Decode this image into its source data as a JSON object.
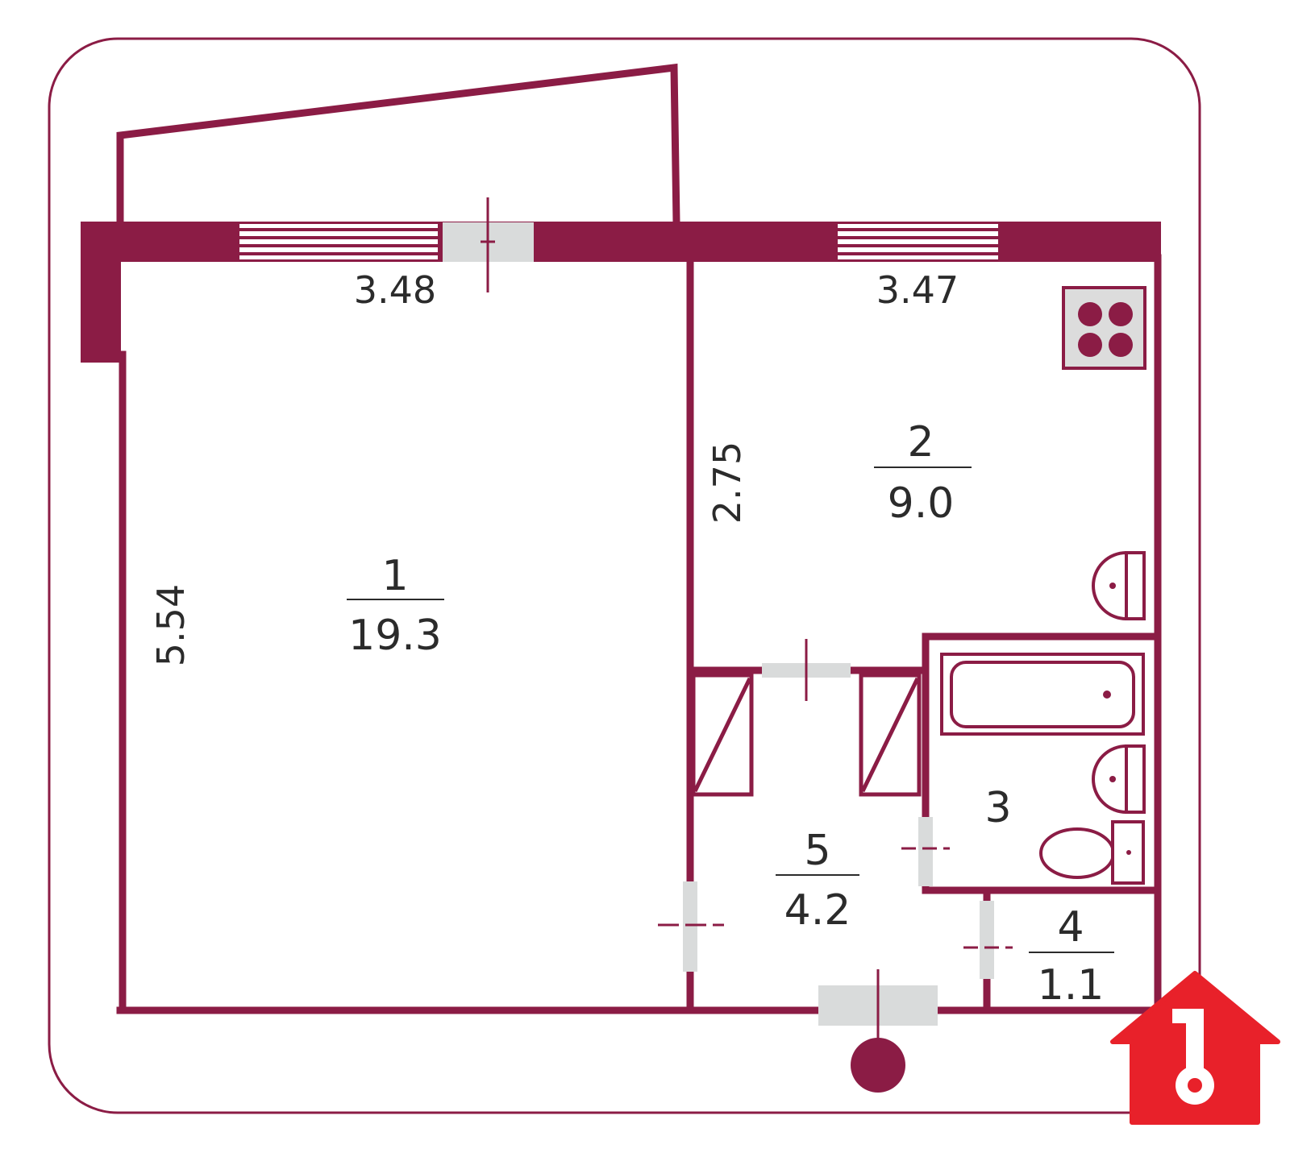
{
  "colors": {
    "wall": "#8b1c45",
    "opening": "#d9dbdb",
    "fixture_fill": "#ffffff",
    "stove_fill": "#dcdcdc",
    "text": "#2b2b2b",
    "logo_red": "#e8212a",
    "logo_white": "#ffffff"
  },
  "rooms": [
    {
      "number": "1",
      "area": "19.3"
    },
    {
      "number": "2",
      "area": "9.0"
    },
    {
      "number": "3"
    },
    {
      "number": "4",
      "area": "1.1"
    },
    {
      "number": "5",
      "area": "4.2"
    }
  ],
  "dimensions": {
    "room1_width": "3.48",
    "room2_width": "3.47",
    "room1_length": "5.54",
    "room2_length": "2.75"
  },
  "icons": {
    "stove": "stove-icon",
    "kitchen_sink": "sink-icon",
    "bath": "bathtub-icon",
    "bath_sink": "washbasin-icon",
    "toilet": "toilet-icon",
    "entrance": "entrance-marker-icon",
    "brand": "house-key-logo-icon"
  }
}
